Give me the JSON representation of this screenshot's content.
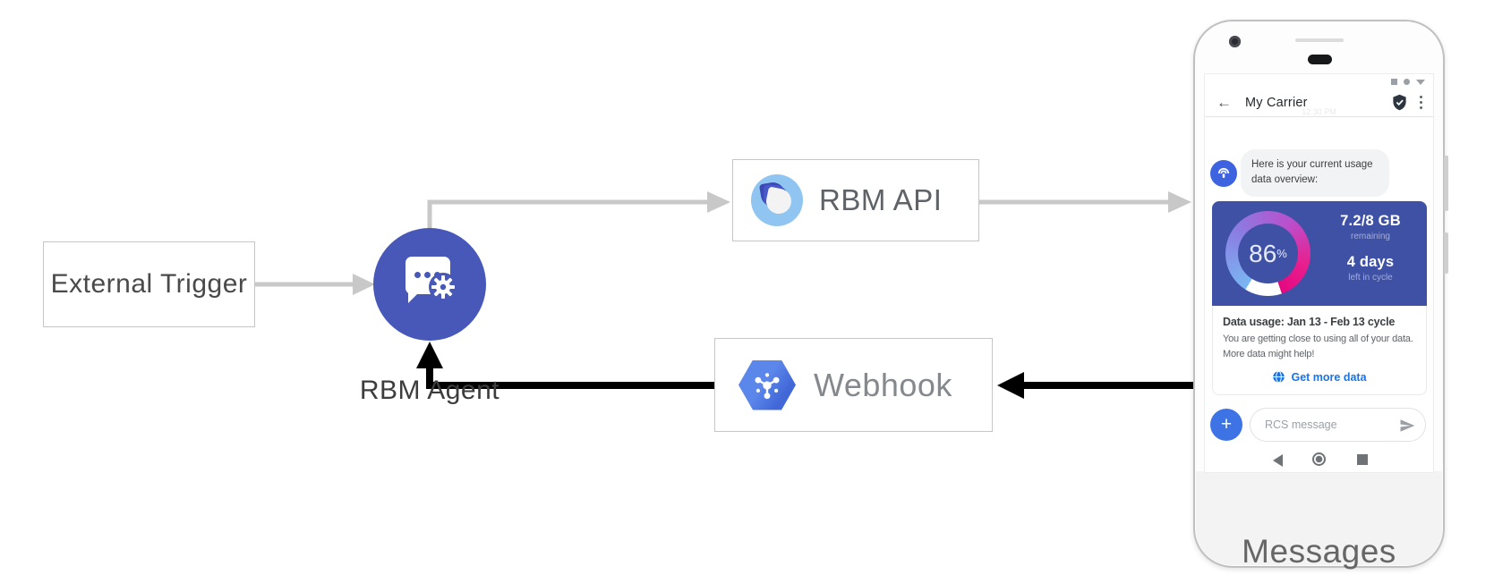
{
  "diagram": {
    "external_trigger": {
      "label": "External Trigger"
    },
    "rbm_agent": {
      "label": "RBM Agent"
    },
    "rbm_api": {
      "label": "RBM API"
    },
    "webhook": {
      "label": "Webhook"
    },
    "colors": {
      "agent_blue": "#4758b8",
      "arrow_gray": "#c8c8c8",
      "arrow_black": "#000000",
      "api_logo_blue": "#90c5f2",
      "webhook_blue": "#4d7ae6"
    }
  },
  "phone": {
    "caption": "Messages",
    "status_icons": [
      "window-square",
      "record-dot",
      "triangle-down"
    ],
    "header": {
      "back": "←",
      "title": "My Carrier"
    },
    "timestamp": "12:30 PM",
    "message": {
      "line1": "Here is your current usage",
      "line2": "data overview:"
    },
    "card": {
      "percent": "86",
      "percent_unit": "%",
      "remaining_value": "7.2/8 GB",
      "remaining_label": "remaining",
      "days_value": "4 days",
      "days_label": "left in cycle",
      "title": "Data usage: Jan 13 - Feb 13 cycle",
      "body_line1": "You are getting close to using all of your data.",
      "body_line2": "More data might help!",
      "action": "Get more data",
      "card_blue": "#3f51a5",
      "link_blue": "#1a73e8"
    },
    "compose": {
      "placeholder": "RCS message",
      "plus": "+"
    }
  }
}
